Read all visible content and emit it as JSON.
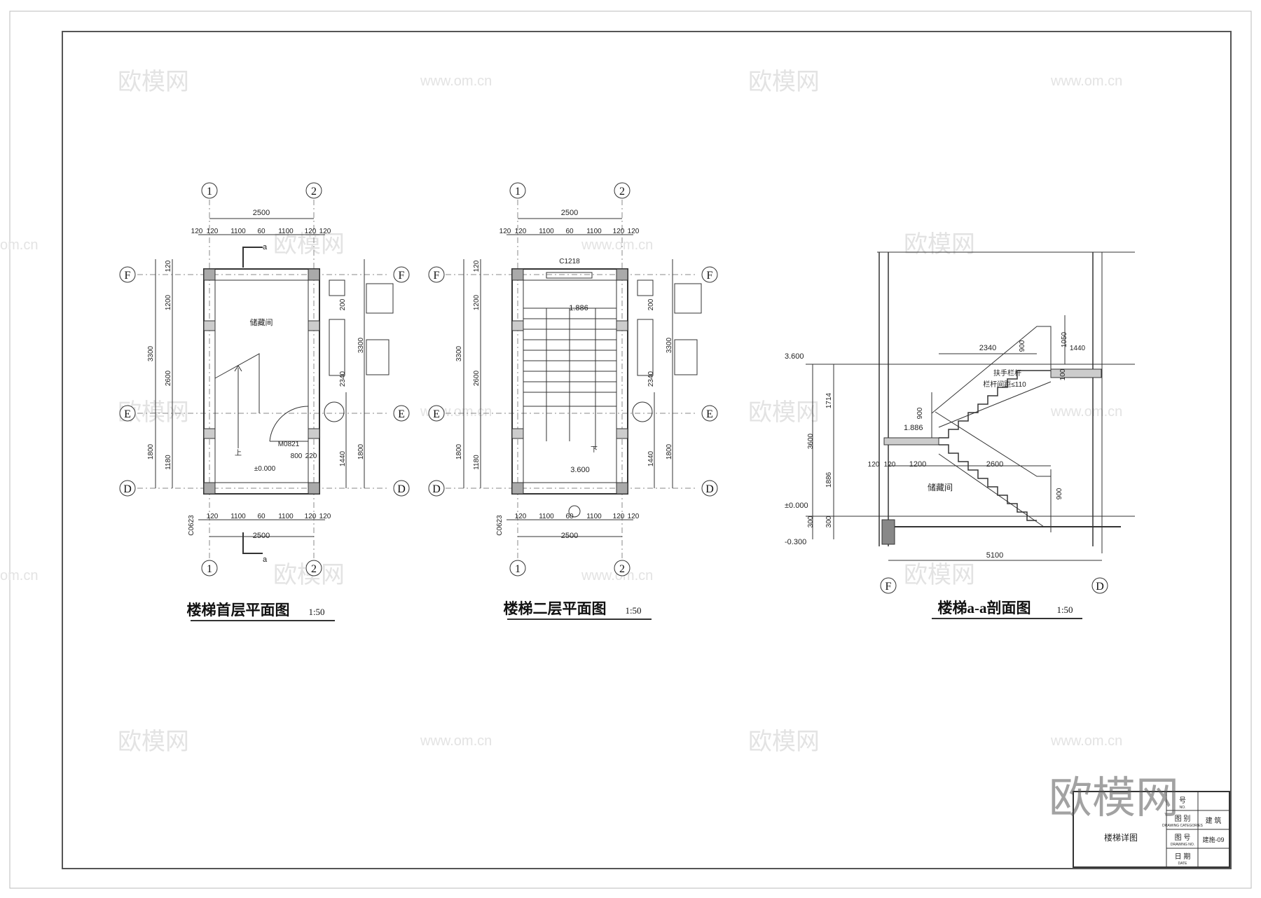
{
  "watermark": {
    "brand": "欧模网",
    "url": "www.om.cn",
    "url_partial": "om.cn",
    "brand_large": "欧模网"
  },
  "drawings": {
    "plan1": {
      "title": "楼梯首层平面图",
      "scale": "1:50",
      "room_label": "储藏间",
      "door_tag": "M0821",
      "window_tag": "C0623",
      "elevation": "±0.000",
      "stair_direction": "上",
      "section_mark": "a"
    },
    "plan2": {
      "title": "楼梯二层平面图",
      "scale": "1:50",
      "window_top": "C1218",
      "window_bottom": "C0623",
      "landing_elevation": "1.886",
      "floor_elevation": "3.600",
      "stair_direction": "下"
    },
    "section": {
      "title": "楼梯a-a剖面图",
      "scale": "1:50",
      "room_label": "储藏间",
      "rail_note_1": "扶手栏杆",
      "rail_note_2": "栏杆间距≤110",
      "elevations": [
        "3.600",
        "1.886",
        "±0.000",
        "-0.300"
      ],
      "grid_left": "F",
      "grid_right": "D",
      "dims": {
        "d2340": "2340",
        "d900a": "900",
        "d1050": "1050",
        "d1440": "1440",
        "d100": "100",
        "d1714": "1714",
        "d3600": "3600",
        "d1886": "1886",
        "d300a": "300",
        "d300b": "300",
        "d900b": "900",
        "d900c": "900",
        "d120a": "120",
        "d120b": "120",
        "d1200": "1200",
        "d2600": "2600",
        "d5100": "5100"
      }
    }
  },
  "grid": {
    "col1": "1",
    "col2": "2",
    "rowF": "F",
    "rowE": "E",
    "rowD": "D"
  },
  "dims": {
    "overall": "2500",
    "seg120": "120",
    "seg1100": "1100",
    "seg60": "60",
    "seg800": "800",
    "seg220": "220",
    "v120": "120",
    "v1200": "1200",
    "v3300": "3300",
    "v2600": "2600",
    "v1800": "1800",
    "v1180": "1180",
    "v200": "200",
    "v2340": "2340",
    "v1440": "1440"
  },
  "title_block": {
    "drawing_name": "楼梯详图",
    "label_no": "号",
    "label_category": "图 别",
    "label_category_en": "DRAWING CATEGORIES",
    "value_category": "建 筑",
    "label_drawing_no": "图 号",
    "label_drawing_no_en": "DRAWING NO.",
    "value_drawing_no": "建施-09",
    "label_date": "日 期",
    "label_date_en": "DATE",
    "label_no_en": "NO."
  }
}
